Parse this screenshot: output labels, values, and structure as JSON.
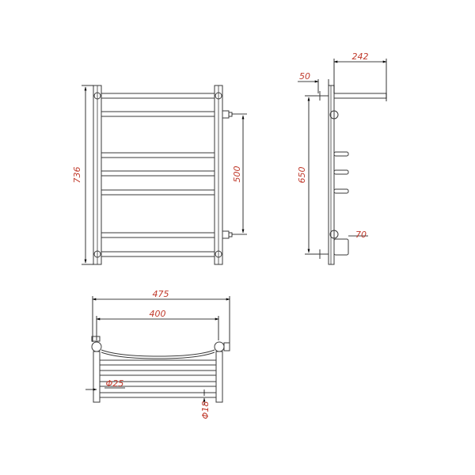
{
  "colors": {
    "line": "#3a3a3a",
    "dimension_text": "#c0392b",
    "background": "#ffffff"
  },
  "dimensions": {
    "front_height": "736",
    "front_connection_spacing": "500",
    "side_depth": "242",
    "side_wall_offset": "50",
    "side_height": "650",
    "side_pipe": "70",
    "top_width": "475",
    "top_connection_spacing": "400",
    "top_tube_large": "Φ25",
    "top_tube_small": "Φ18"
  }
}
